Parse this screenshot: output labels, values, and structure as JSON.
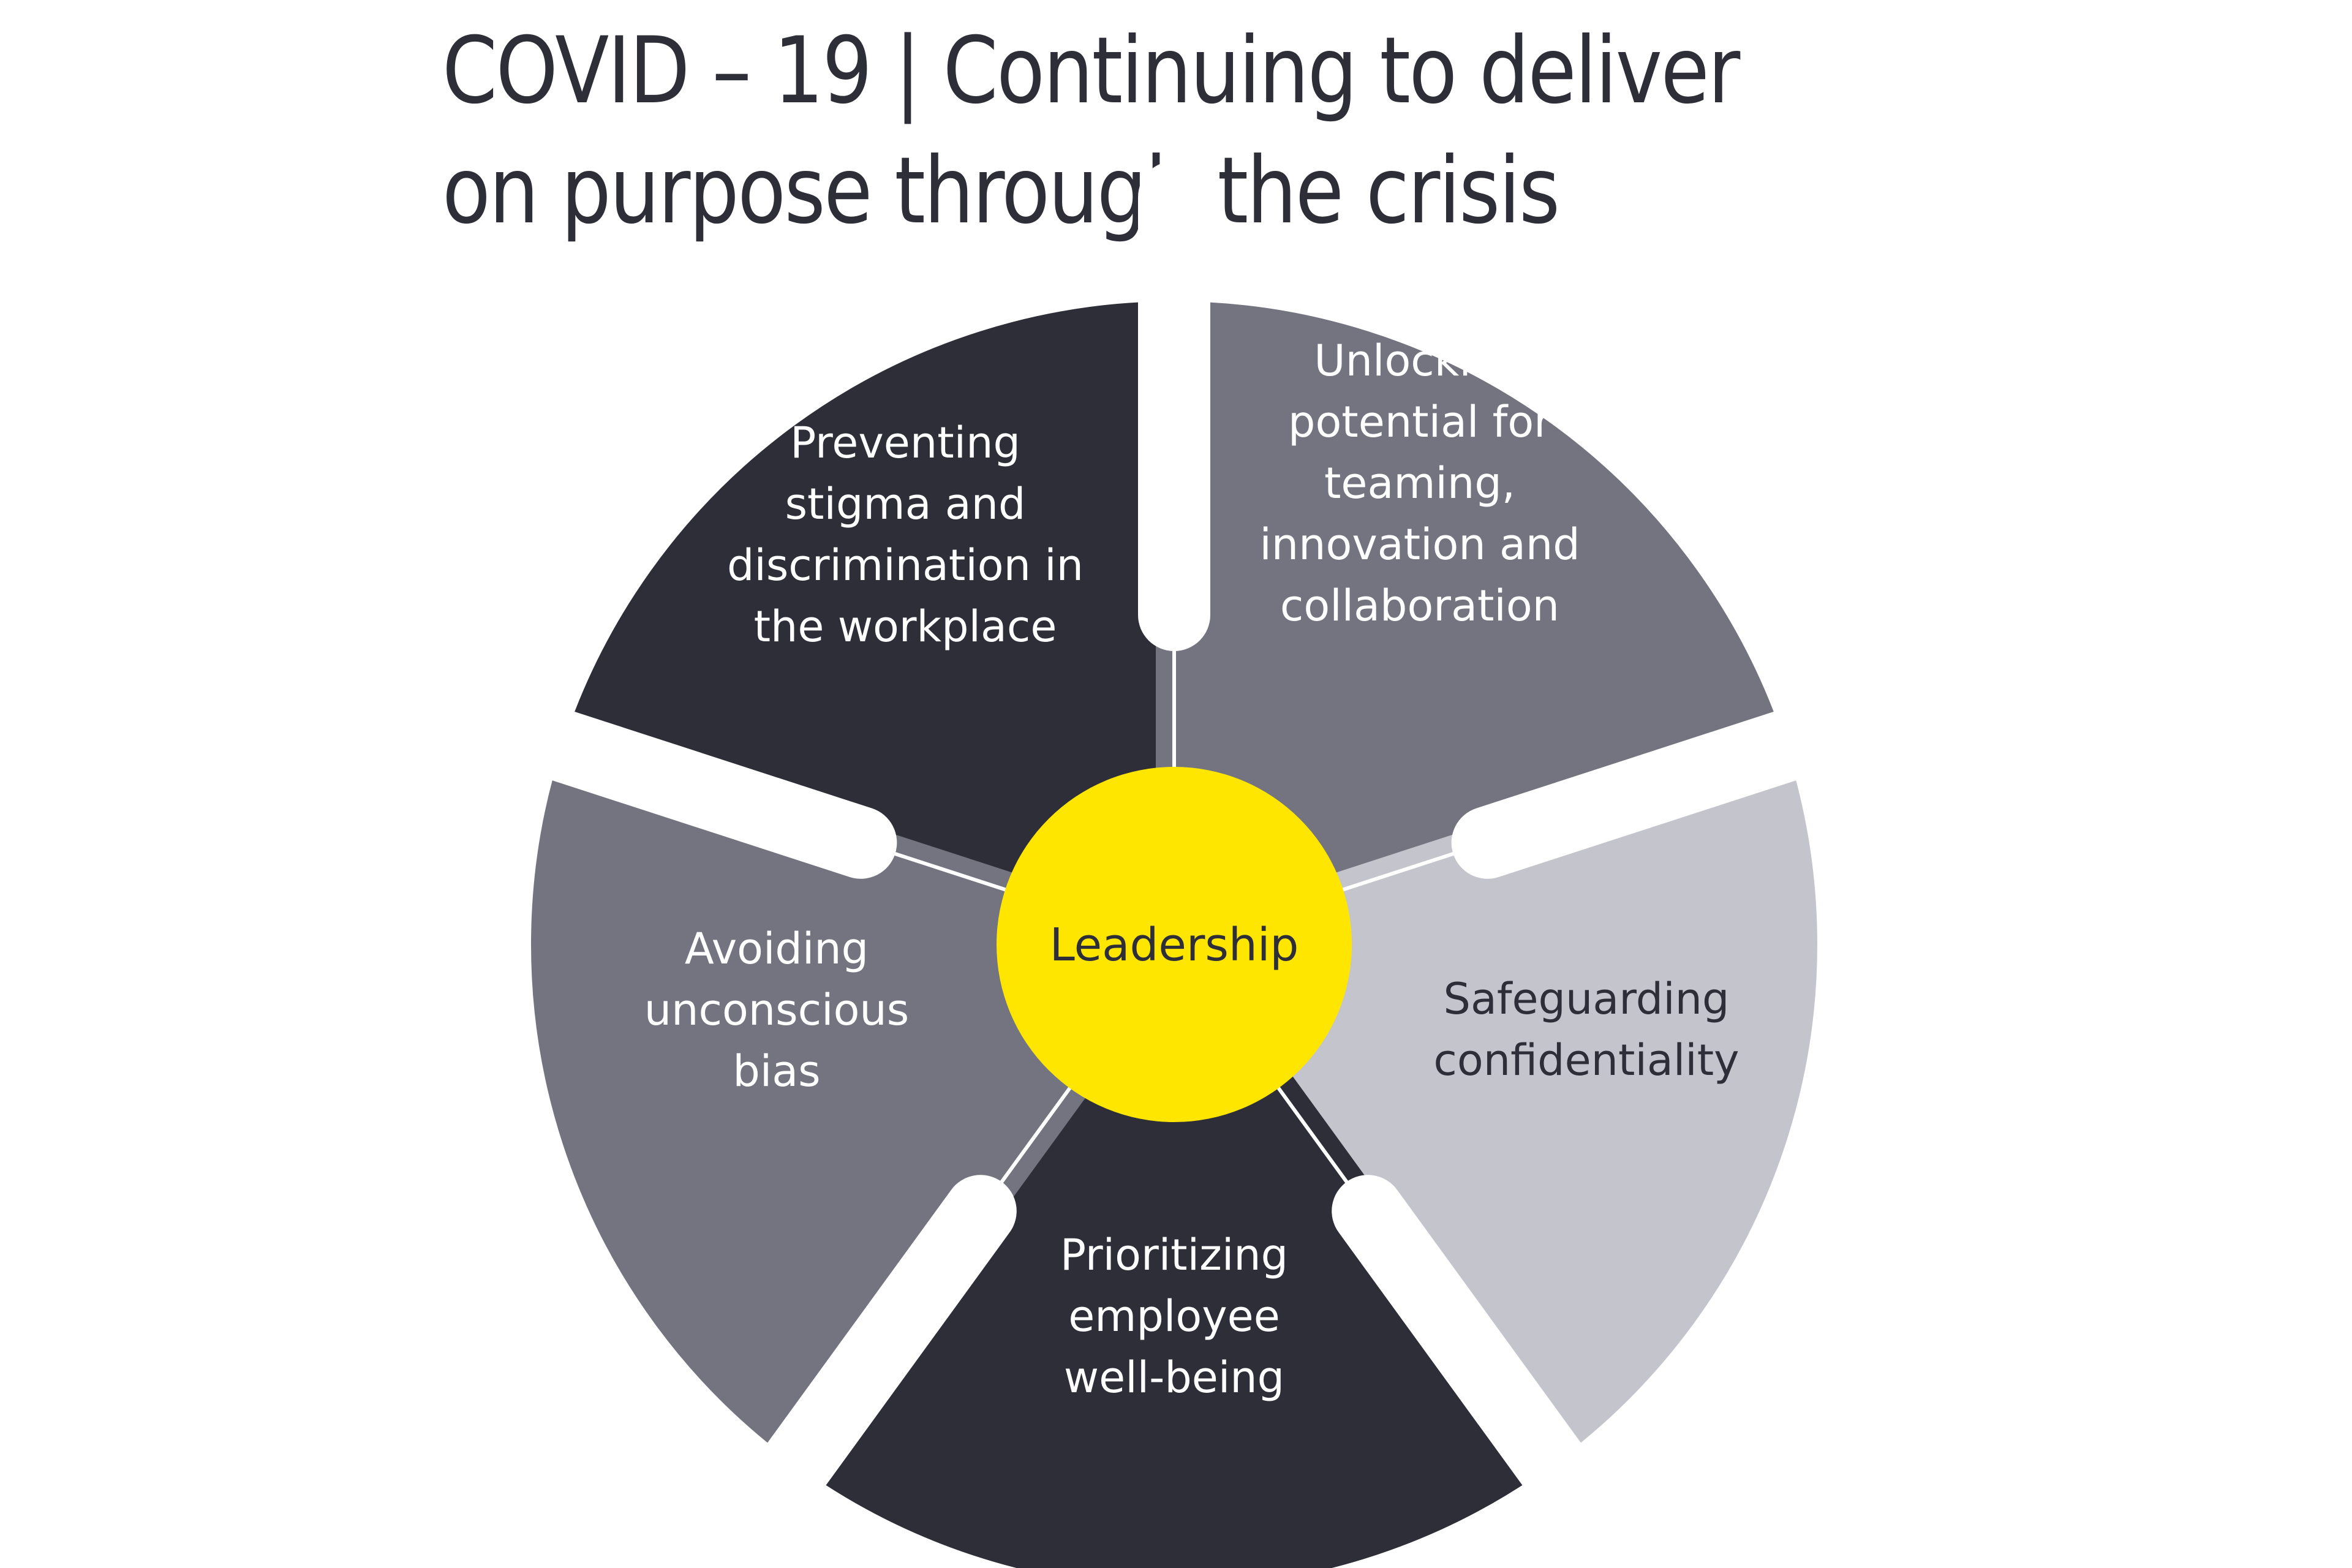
{
  "title": {
    "line1": "COVID – 19 | Continuing to deliver",
    "line2": "on purpose through the crisis"
  },
  "colors": {
    "dark": "#2e2e38",
    "mid": "#747480",
    "light": "#c4c4cd",
    "yellow": "#ffe600",
    "white": "#ffffff",
    "title_text": "#2e2e38"
  },
  "center": {
    "label": "Leadership",
    "color": "yellow",
    "text_color": "dark"
  },
  "segments": [
    {
      "id": "preventing-stigma",
      "lines": [
        "Preventing",
        "stigma and",
        "discrimination in",
        "the workplace"
      ],
      "color": "dark",
      "text_color": "white"
    },
    {
      "id": "unlocking-potential",
      "lines": [
        "Unlocking",
        "potential for",
        "teaming,",
        "innovation and",
        "collaboration"
      ],
      "color": "mid",
      "text_color": "white"
    },
    {
      "id": "safeguarding-confidentiality",
      "lines": [
        "Safeguarding",
        "confidentiality"
      ],
      "color": "light",
      "text_color": "dark"
    },
    {
      "id": "prioritizing-wellbeing",
      "lines": [
        "Prioritizing",
        "employee",
        "well-being"
      ],
      "color": "dark",
      "text_color": "white"
    },
    {
      "id": "avoiding-bias",
      "lines": [
        "Avoiding",
        "unconscious",
        "bias"
      ],
      "color": "mid",
      "text_color": "white"
    }
  ]
}
